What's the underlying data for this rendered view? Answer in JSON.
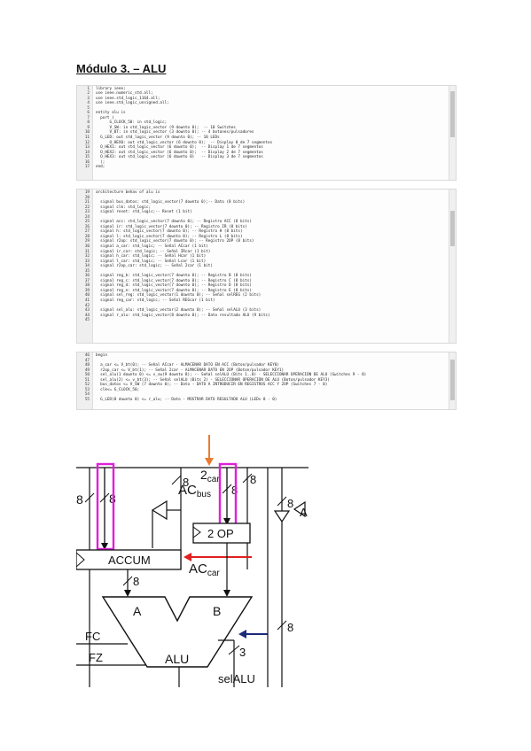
{
  "document": {
    "title": "Módulo 3. – ALU"
  },
  "code_blocks": [
    {
      "id": "entity",
      "lines": [
        {
          "n": "1",
          "t": "library ieee;"
        },
        {
          "n": "2",
          "t": "use ieee.numeric_std.all;"
        },
        {
          "n": "3",
          "t": "use ieee.std_logic_1164.all;"
        },
        {
          "n": "4",
          "t": "use ieee.std_logic_unsigned.all;"
        },
        {
          "n": "5",
          "t": ""
        },
        {
          "n": "6",
          "t": "entity alu is"
        },
        {
          "n": "7",
          "t": "  port ("
        },
        {
          "n": "8",
          "t": "      G_CLOCK_50: in std_logic;"
        },
        {
          "n": "9",
          "t": "      V_SW: in std_logic_vector (9 downto 0);  -- 10 Switches"
        },
        {
          "n": "10",
          "t": "      V_BT: in std_logic_vector (3 downto 0); -- 4 botones/pulsadores"
        },
        {
          "n": "11",
          "t": "  G_LED: out std_logic_vector (9 downto 0); -- 10 LEDs"
        },
        {
          "n": "12",
          "t": "      O_HEX0: out std_logic_vector (6 downto 0);  -- Display 0 de 7 segmentos"
        },
        {
          "n": "13",
          "t": "  O_HEX1: out std_logic_vector (6 downto 0);  -- Display 1 de 7 segmentos"
        },
        {
          "n": "14",
          "t": "  O_HEX2: out std_logic_vector (6 downto 0);  -- Display 2 de 7 segmentos"
        },
        {
          "n": "15",
          "t": "  O_HEX3: out std_logic_vector (6 downto 0)   -- Display 3 de 7 segmentos"
        },
        {
          "n": "16",
          "t": "  );"
        },
        {
          "n": "17",
          "t": "end;"
        }
      ]
    },
    {
      "id": "signals",
      "lines": [
        {
          "n": "19",
          "t": "architecture behav of alu is"
        },
        {
          "n": "20",
          "t": ""
        },
        {
          "n": "21",
          "t": "  signal bus_datos: std_logic_vector(7 downto 0);-- Dato (8 bits)"
        },
        {
          "n": "22",
          "t": "  signal clk: std_logic;"
        },
        {
          "n": "23",
          "t": "  signal reset: std_logic;-- Reset (1 bit)"
        },
        {
          "n": "24",
          "t": ""
        },
        {
          "n": "25",
          "t": "  signal acc: std_logic_vector(7 downto 0); -- Registro ACC (8 bits)"
        },
        {
          "n": "26",
          "t": "  signal ir: std_logic_vector(7 downto 0); -- Registro IR (8 bits)"
        },
        {
          "n": "27",
          "t": "  signal h: std_logic_vector(7 downto 0); -- Registro H (8 bits)"
        },
        {
          "n": "28",
          "t": "  signal l: std_logic_vector(7 downto 0); -- Registro L (8 bits)"
        },
        {
          "n": "29",
          "t": "  signal r2op: std_logic_vector(7 downto 0); -- Registro 2OP (8 bits)"
        },
        {
          "n": "30",
          "t": "  signal a_car: std_logic; -- Señal ACcar (1 bit)"
        },
        {
          "n": "31",
          "t": "  signal ir_car: std_logic; -- Señal IRcar (1 bit)"
        },
        {
          "n": "32",
          "t": "  signal h_car: std_logic; -- Señal Hcar (1 bit)"
        },
        {
          "n": "33",
          "t": "  signal l_car: std_logic; -- Señal Lcar (1 bit)"
        },
        {
          "n": "34",
          "t": "  signal r2op_car: std_logic; -- Señal 2car (1 bit)"
        },
        {
          "n": "35",
          "t": ""
        },
        {
          "n": "36",
          "t": "  signal reg_b: std_logic_vector(7 downto 0); -- Registro B (8 bits)"
        },
        {
          "n": "37",
          "t": "  signal reg_c: std_logic_vector(7 downto 0); -- Registro C (8 bits)"
        },
        {
          "n": "38",
          "t": "  signal reg_d: std_logic_vector(7 downto 0); -- Registro D (8 bits)"
        },
        {
          "n": "39",
          "t": "  signal reg_e: std_logic_vector(7 downto 0); -- Registro E (8 bits)"
        },
        {
          "n": "40",
          "t": "  signal sel_reg: std_logic_vector(1 downto 0); -- Señal selREG (2 bits)"
        },
        {
          "n": "41",
          "t": "  signal reg_car: std_logic; -- Señal REGcar (1 bit)"
        },
        {
          "n": "42",
          "t": ""
        },
        {
          "n": "43",
          "t": "  signal sel_alu: std_logic_vector(2 downto 0); -- Señal selALU (3 bits)"
        },
        {
          "n": "44",
          "t": "  signal r_alu: std_logic_vector(8 downto 0); -- Dato resultado ALU (9 bits)"
        },
        {
          "n": "45",
          "t": ""
        }
      ]
    },
    {
      "id": "begin",
      "lines": [
        {
          "n": "46",
          "t": "begin"
        },
        {
          "n": "47",
          "t": ""
        },
        {
          "n": "48",
          "t": "  a_car <= V_bt(0); -- Señal ACcar - ALMACENAR DATO EN ACC (Boton/pulsador KEY0)"
        },
        {
          "n": "49",
          "t": "  r2op_car <= V_bt(1); -- Señal 2car - ALMACENAR DATO EN 2OP (Boton/pulsador KEY1)"
        },
        {
          "n": "50",
          "t": "  sel_alu(1 downto 0) <= v_sw(9 downto 8); -- Señal selALU (Bits 1..0) - SELECCIONAR OPERACIÓN DE ALU (Switches 9 - 8)"
        },
        {
          "n": "51",
          "t": "  sel_alu(2) <= v_bt(3); -- Señal selALU (Bits 2) - SELECCIONAR OPERACIÓN DE ALU (Boton/pulsador KEY3)"
        },
        {
          "n": "52",
          "t": "  bus_datos <= V_SW (7 downto 0); -- Dato - DATO A INTRODUCIR EN REGISTROS ACC Y 2OP (Switches 7 - 0)"
        },
        {
          "n": "53",
          "t": "  clk<= G_CLOCK_50;"
        },
        {
          "n": "54",
          "t": ""
        },
        {
          "n": "55",
          "t": "  G_LED(8 downto 0) <= r_alu; -- Dato - MOSTRAR DATO RESULTADO ALU (LEDs 8 - 0)"
        }
      ]
    }
  ],
  "diagram": {
    "labels": {
      "bus_width_left": "8",
      "bus_width_acc_in": "8",
      "ac_bus": "AC",
      "ac_bus_sub": "bus",
      "two_car": "2",
      "two_car_sub": "car",
      "bus_width_2op_in": "8",
      "bus_width_right1": "8",
      "bus_width_right2": "8",
      "bus_width_far_right": "8",
      "far_right_letter": "A",
      "accum": "ACCUM",
      "two_op": "2 OP",
      "ac_car": "AC",
      "ac_car_sub": "car",
      "bus_width_acc_out": "8",
      "alu_in_a": "A",
      "alu_in_b": "B",
      "alu": "ALU",
      "fc": "FC",
      "fz": "FZ",
      "bus_width_3": "3",
      "sel_alu": "selALU",
      "bus_width_right3": "8"
    },
    "colors": {
      "highlight_magenta": "#e020d8",
      "arrow_orange": "#e87b2e",
      "arrow_red": "#e02020",
      "arrow_navy": "#1a2a7a",
      "line": "#111111"
    }
  }
}
